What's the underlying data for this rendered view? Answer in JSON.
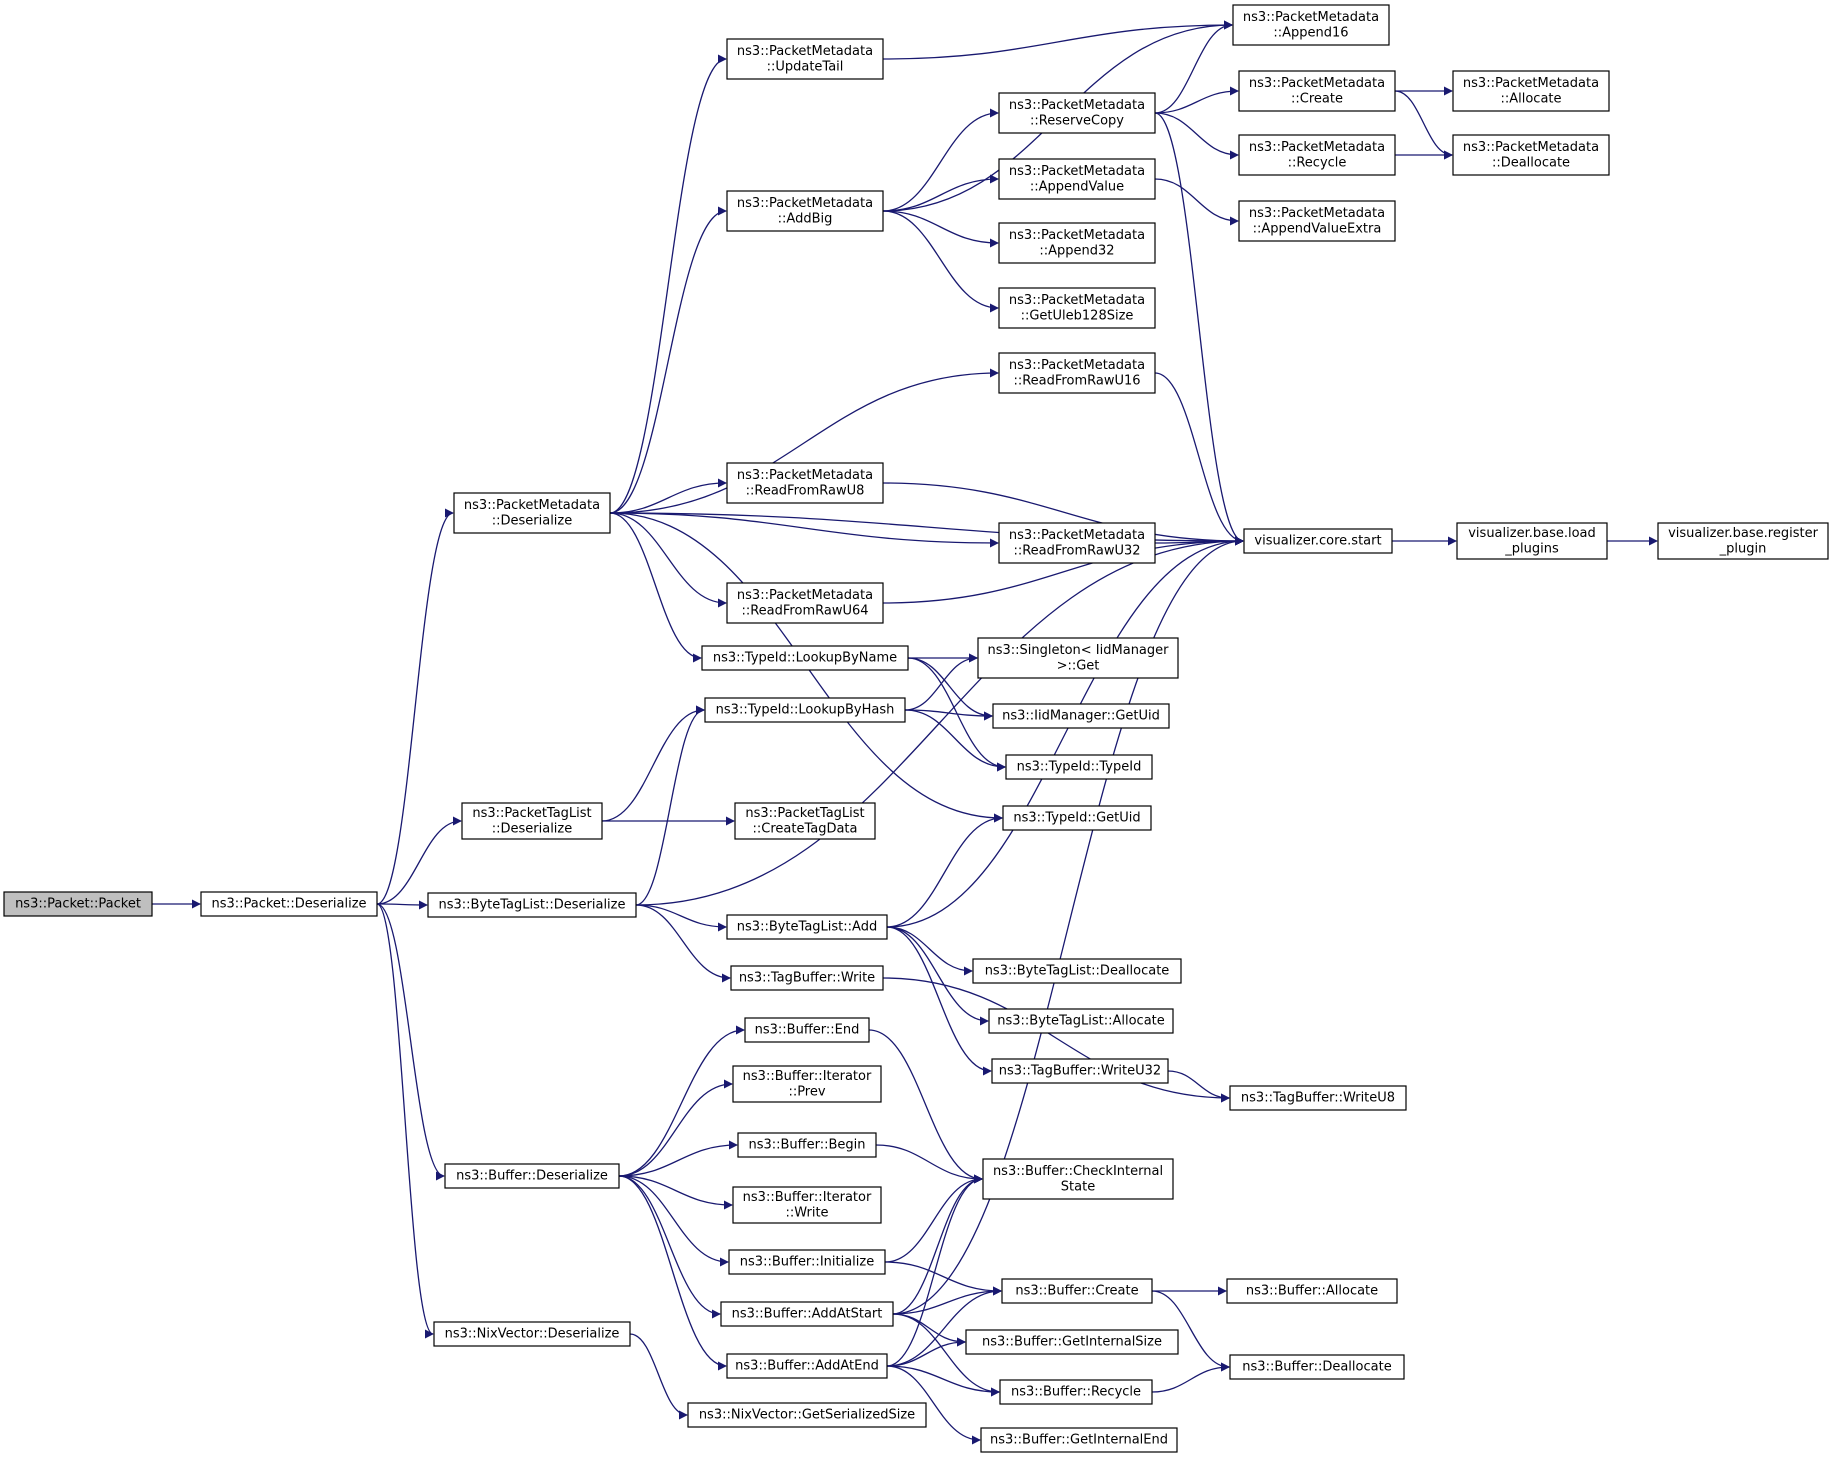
{
  "graph": {
    "colors": {
      "edge": "#191970",
      "node_border": "#000000",
      "root_fill": "#bfbfbf",
      "node_fill": "#ffffff",
      "background": "#ffffff"
    },
    "nodes": [
      {
        "id": "n0",
        "lines": [
          "ns3::Packet::Packet"
        ],
        "root": true
      },
      {
        "id": "n1",
        "lines": [
          "ns3::Packet::Deserialize"
        ]
      },
      {
        "id": "n2",
        "lines": [
          "ns3::PacketMetadata",
          "::Deserialize"
        ]
      },
      {
        "id": "n3",
        "lines": [
          "ns3::PacketMetadata",
          "::UpdateTail"
        ]
      },
      {
        "id": "n4",
        "lines": [
          "ns3::PacketMetadata",
          "::Append16"
        ]
      },
      {
        "id": "n5",
        "lines": [
          "ns3::PacketMetadata",
          "::AddBig"
        ]
      },
      {
        "id": "n6",
        "lines": [
          "ns3::PacketMetadata",
          "::ReserveCopy"
        ]
      },
      {
        "id": "n7",
        "lines": [
          "ns3::PacketMetadata",
          "::Create"
        ]
      },
      {
        "id": "n8",
        "lines": [
          "ns3::PacketMetadata",
          "::Allocate"
        ]
      },
      {
        "id": "n9",
        "lines": [
          "ns3::PacketMetadata",
          "::Recycle"
        ]
      },
      {
        "id": "n10",
        "lines": [
          "ns3::PacketMetadata",
          "::Deallocate"
        ]
      },
      {
        "id": "n11",
        "lines": [
          "ns3::PacketMetadata",
          "::AppendValue"
        ]
      },
      {
        "id": "n12",
        "lines": [
          "ns3::PacketMetadata",
          "::AppendValueExtra"
        ]
      },
      {
        "id": "n13",
        "lines": [
          "ns3::PacketMetadata",
          "::Append32"
        ]
      },
      {
        "id": "n14",
        "lines": [
          "ns3::PacketMetadata",
          "::GetUleb128Size"
        ]
      },
      {
        "id": "n15",
        "lines": [
          "ns3::PacketMetadata",
          "::ReadFromRawU16"
        ]
      },
      {
        "id": "n16",
        "lines": [
          "ns3::PacketMetadata",
          "::ReadFromRawU8"
        ]
      },
      {
        "id": "n17",
        "lines": [
          "ns3::PacketMetadata",
          "::ReadFromRawU32"
        ]
      },
      {
        "id": "n18",
        "lines": [
          "ns3::PacketMetadata",
          "::ReadFromRawU64"
        ]
      },
      {
        "id": "n19",
        "lines": [
          "visualizer.core.start"
        ]
      },
      {
        "id": "n20",
        "lines": [
          "visualizer.base.load",
          "_plugins"
        ]
      },
      {
        "id": "n21",
        "lines": [
          "visualizer.base.register",
          "_plugin"
        ]
      },
      {
        "id": "n22",
        "lines": [
          "ns3::TypeId::LookupByName"
        ]
      },
      {
        "id": "n23",
        "lines": [
          "ns3::Singleton< IidManager",
          " >::Get"
        ]
      },
      {
        "id": "n24",
        "lines": [
          "ns3::TypeId::LookupByHash"
        ]
      },
      {
        "id": "n25",
        "lines": [
          "ns3::IidManager::GetUid"
        ]
      },
      {
        "id": "n26",
        "lines": [
          "ns3::TypeId::TypeId"
        ]
      },
      {
        "id": "n27",
        "lines": [
          "ns3::PacketTagList",
          "::Deserialize"
        ]
      },
      {
        "id": "n28",
        "lines": [
          "ns3::PacketTagList",
          "::CreateTagData"
        ]
      },
      {
        "id": "n29",
        "lines": [
          "ns3::TypeId::GetUid"
        ]
      },
      {
        "id": "n30",
        "lines": [
          "ns3::ByteTagList::Deserialize"
        ]
      },
      {
        "id": "n31",
        "lines": [
          "ns3::ByteTagList::Add"
        ]
      },
      {
        "id": "n32",
        "lines": [
          "ns3::ByteTagList::Deallocate"
        ]
      },
      {
        "id": "n33",
        "lines": [
          "ns3::TagBuffer::Write"
        ]
      },
      {
        "id": "n34",
        "lines": [
          "ns3::ByteTagList::Allocate"
        ]
      },
      {
        "id": "n35",
        "lines": [
          "ns3::TagBuffer::WriteU32"
        ]
      },
      {
        "id": "n36",
        "lines": [
          "ns3::TagBuffer::WriteU8"
        ]
      },
      {
        "id": "n37",
        "lines": [
          "ns3::Buffer::End"
        ]
      },
      {
        "id": "n38",
        "lines": [
          "ns3::Buffer::Iterator",
          "::Prev"
        ]
      },
      {
        "id": "n39",
        "lines": [
          "ns3::Buffer::Begin"
        ]
      },
      {
        "id": "n40",
        "lines": [
          "ns3::Buffer::CheckInternal",
          "State"
        ]
      },
      {
        "id": "n41",
        "lines": [
          "ns3::Buffer::Deserialize"
        ]
      },
      {
        "id": "n42",
        "lines": [
          "ns3::Buffer::Iterator",
          "::Write"
        ]
      },
      {
        "id": "n43",
        "lines": [
          "ns3::Buffer::Initialize"
        ]
      },
      {
        "id": "n44",
        "lines": [
          "ns3::Buffer::Create"
        ]
      },
      {
        "id": "n45",
        "lines": [
          "ns3::Buffer::Allocate"
        ]
      },
      {
        "id": "n46",
        "lines": [
          "ns3::Buffer::AddAtStart"
        ]
      },
      {
        "id": "n47",
        "lines": [
          "ns3::Buffer::GetInternalSize"
        ]
      },
      {
        "id": "n48",
        "lines": [
          "ns3::NixVector::Deserialize"
        ]
      },
      {
        "id": "n49",
        "lines": [
          "ns3::Buffer::AddAtEnd"
        ]
      },
      {
        "id": "n50",
        "lines": [
          "ns3::Buffer::Deallocate"
        ]
      },
      {
        "id": "n51",
        "lines": [
          "ns3::Buffer::Recycle"
        ]
      },
      {
        "id": "n52",
        "lines": [
          "ns3::NixVector::GetSerializedSize"
        ]
      },
      {
        "id": "n53",
        "lines": [
          "ns3::Buffer::GetInternalEnd"
        ]
      }
    ],
    "edges": [
      [
        "n0",
        "n1"
      ],
      [
        "n1",
        "n2"
      ],
      [
        "n1",
        "n27"
      ],
      [
        "n1",
        "n30"
      ],
      [
        "n1",
        "n41"
      ],
      [
        "n1",
        "n48"
      ],
      [
        "n2",
        "n3"
      ],
      [
        "n2",
        "n5"
      ],
      [
        "n2",
        "n15"
      ],
      [
        "n2",
        "n19"
      ],
      [
        "n2",
        "n16"
      ],
      [
        "n2",
        "n17"
      ],
      [
        "n2",
        "n18"
      ],
      [
        "n2",
        "n22"
      ],
      [
        "n2",
        "n29"
      ],
      [
        "n3",
        "n4"
      ],
      [
        "n5",
        "n4"
      ],
      [
        "n5",
        "n6"
      ],
      [
        "n5",
        "n11"
      ],
      [
        "n5",
        "n13"
      ],
      [
        "n5",
        "n14"
      ],
      [
        "n6",
        "n4"
      ],
      [
        "n6",
        "n7"
      ],
      [
        "n6",
        "n9"
      ],
      [
        "n6",
        "n19"
      ],
      [
        "n7",
        "n8"
      ],
      [
        "n7",
        "n10"
      ],
      [
        "n9",
        "n10"
      ],
      [
        "n11",
        "n12"
      ],
      [
        "n15",
        "n19"
      ],
      [
        "n16",
        "n19"
      ],
      [
        "n17",
        "n19"
      ],
      [
        "n18",
        "n19"
      ],
      [
        "n19",
        "n20"
      ],
      [
        "n20",
        "n21"
      ],
      [
        "n22",
        "n23"
      ],
      [
        "n22",
        "n25"
      ],
      [
        "n22",
        "n26"
      ],
      [
        "n24",
        "n23"
      ],
      [
        "n24",
        "n25"
      ],
      [
        "n24",
        "n26"
      ],
      [
        "n27",
        "n24"
      ],
      [
        "n27",
        "n28"
      ],
      [
        "n30",
        "n24"
      ],
      [
        "n30",
        "n19"
      ],
      [
        "n30",
        "n31"
      ],
      [
        "n30",
        "n33"
      ],
      [
        "n31",
        "n29"
      ],
      [
        "n31",
        "n19"
      ],
      [
        "n31",
        "n32"
      ],
      [
        "n31",
        "n34"
      ],
      [
        "n31",
        "n35"
      ],
      [
        "n33",
        "n36"
      ],
      [
        "n35",
        "n36"
      ],
      [
        "n41",
        "n37"
      ],
      [
        "n41",
        "n38"
      ],
      [
        "n41",
        "n39"
      ],
      [
        "n41",
        "n42"
      ],
      [
        "n41",
        "n43"
      ],
      [
        "n41",
        "n46"
      ],
      [
        "n41",
        "n49"
      ],
      [
        "n37",
        "n40"
      ],
      [
        "n39",
        "n40"
      ],
      [
        "n43",
        "n40"
      ],
      [
        "n43",
        "n44"
      ],
      [
        "n46",
        "n40"
      ],
      [
        "n46",
        "n19"
      ],
      [
        "n46",
        "n44"
      ],
      [
        "n46",
        "n47"
      ],
      [
        "n46",
        "n51"
      ],
      [
        "n49",
        "n40"
      ],
      [
        "n49",
        "n44"
      ],
      [
        "n49",
        "n47"
      ],
      [
        "n49",
        "n51"
      ],
      [
        "n49",
        "n53"
      ],
      [
        "n44",
        "n45"
      ],
      [
        "n44",
        "n50"
      ],
      [
        "n51",
        "n50"
      ],
      [
        "n48",
        "n52"
      ]
    ]
  }
}
